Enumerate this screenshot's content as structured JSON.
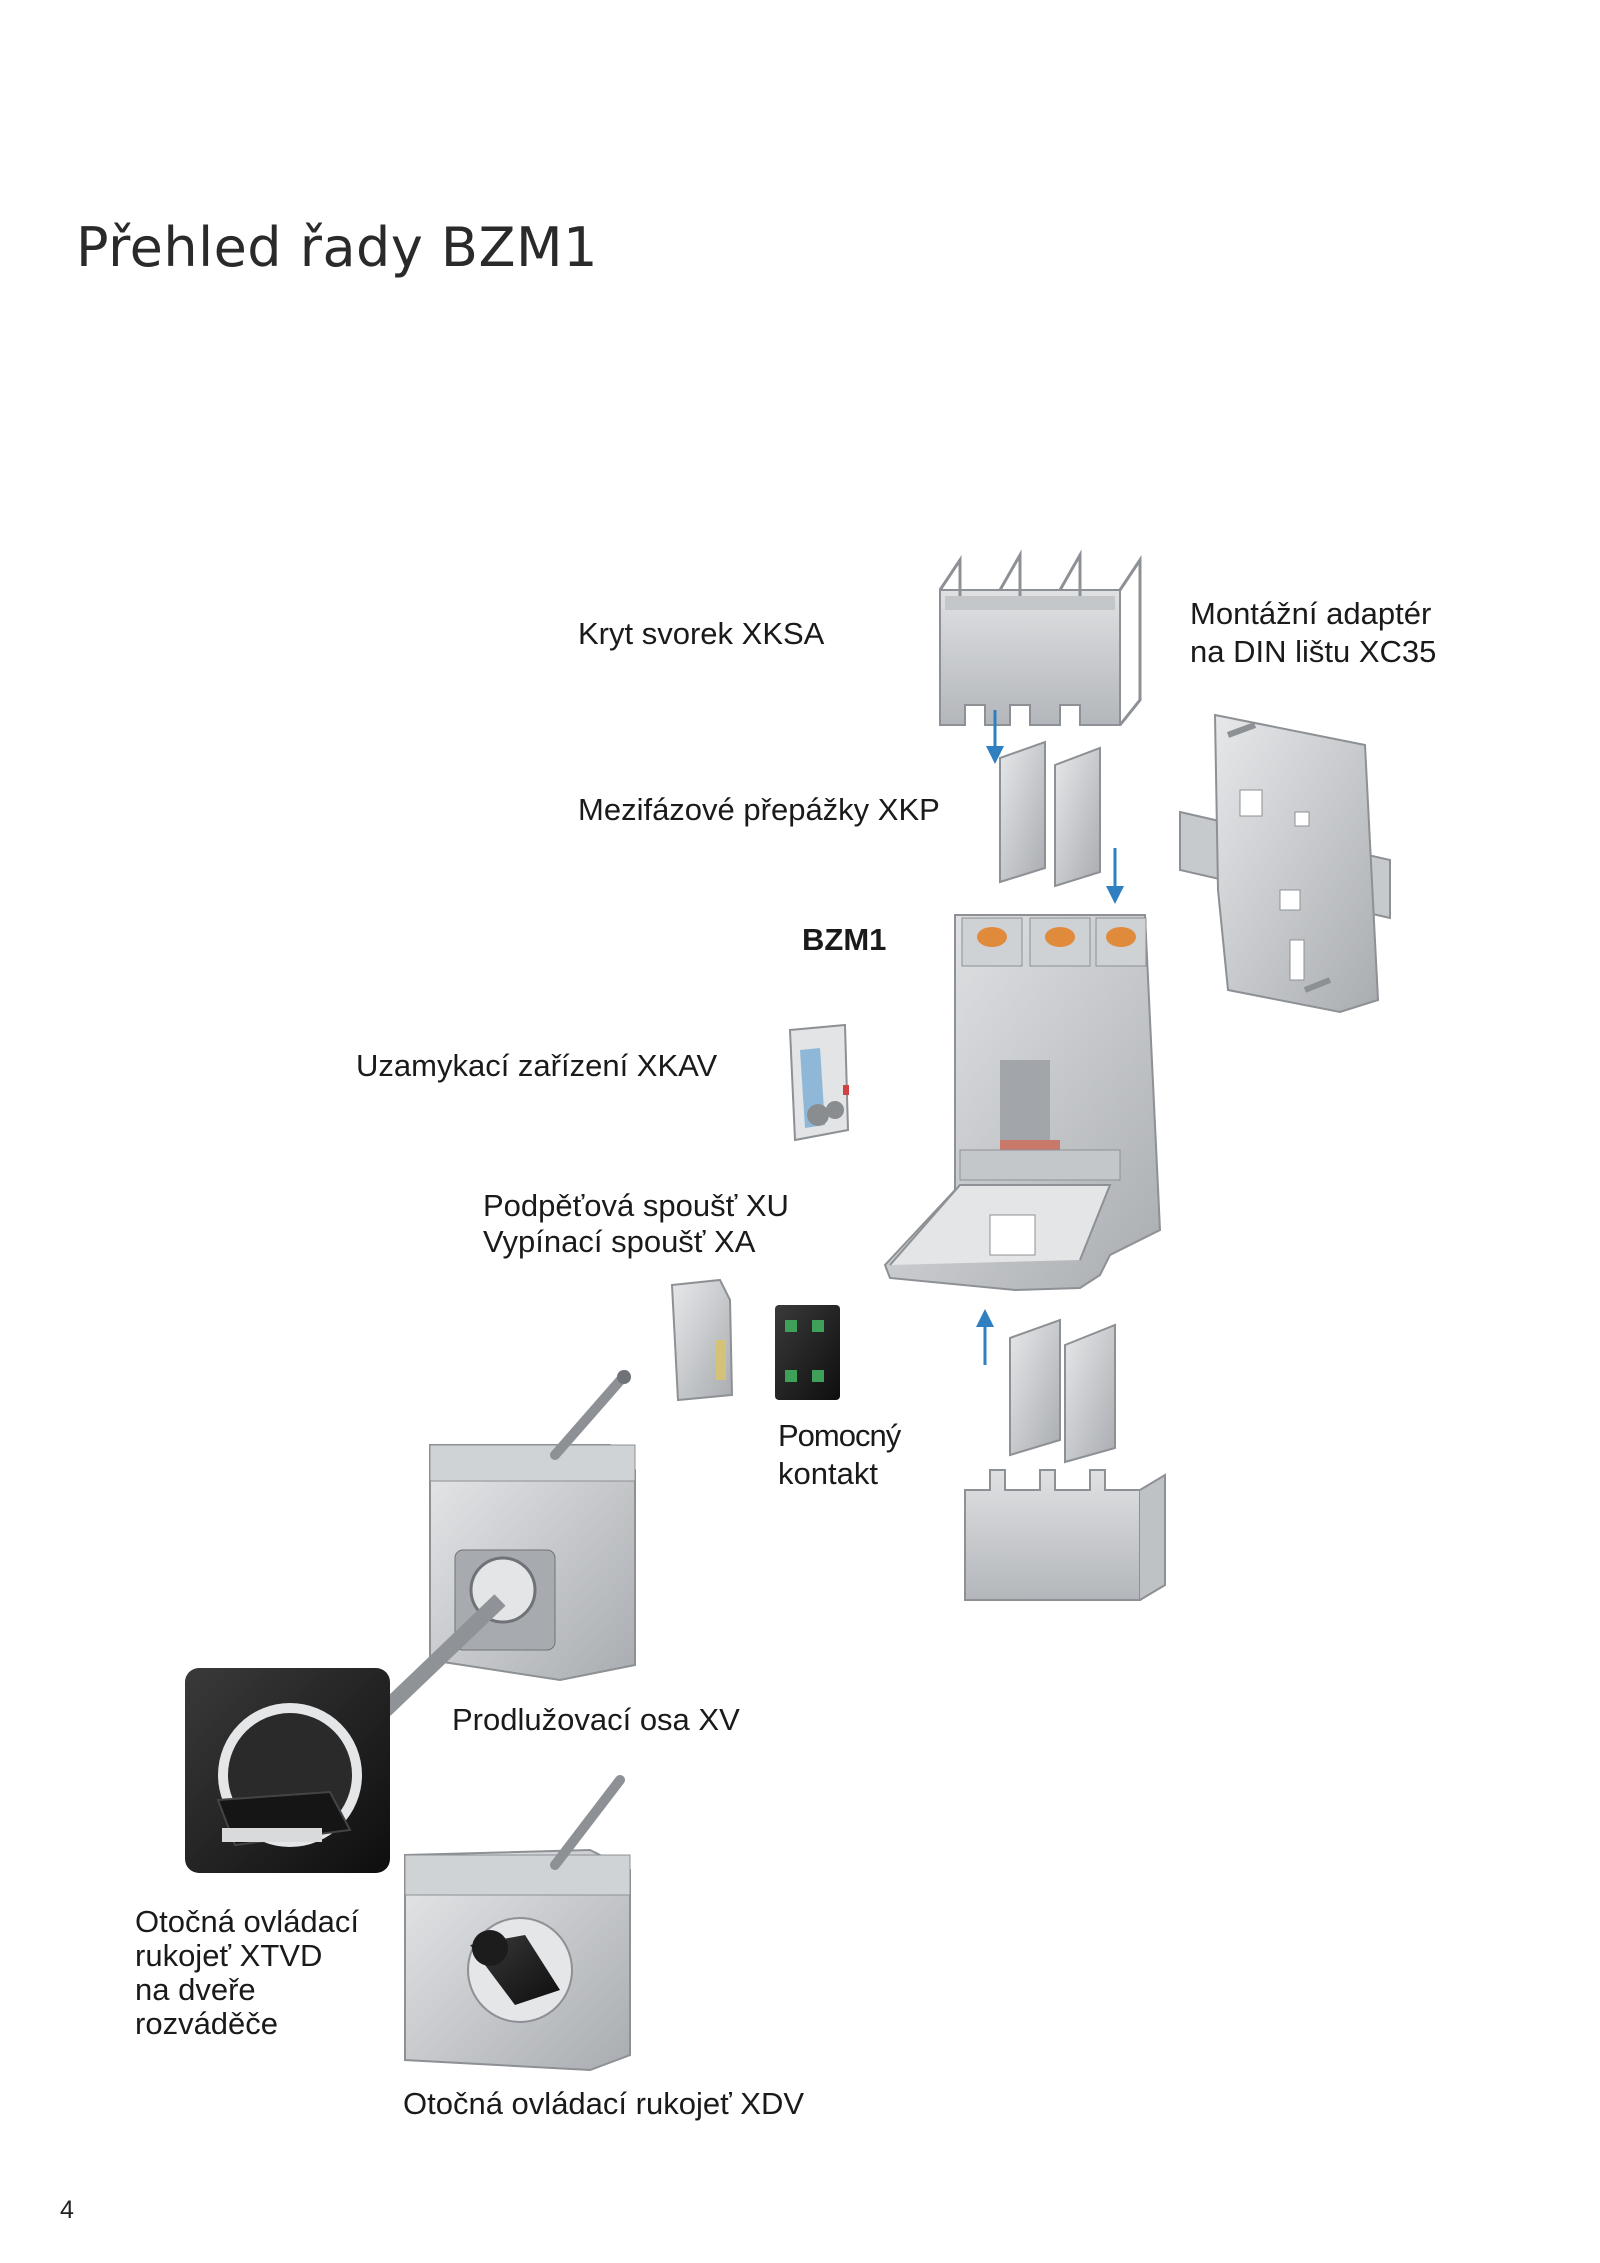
{
  "page": {
    "title": "Přehled řady BZM1",
    "page_number": "4"
  },
  "labels": {
    "terminal_cover": "Kryt svorek XKSA",
    "din_adapter_line1": "Montážní adaptér",
    "din_adapter_line2": "na DIN lištu XC35",
    "phase_barriers": "Mezifázové přepážky XKP",
    "breaker": "BZM1",
    "locking_device": "Uzamykací zařízení XKAV",
    "undervoltage_line1": "Podpěťová spoušť XU",
    "undervoltage_line2": "Vypínací spoušť XA",
    "aux_contact_line1": "Pomocný",
    "aux_contact_line2": "kontakt",
    "extension_shaft": "Prodlužovací osa XV",
    "door_handle_line1": "Otočná ovládací",
    "door_handle_line2": "rukojeť XTVD",
    "door_handle_line3": "na dveře",
    "door_handle_line4": "rozváděče",
    "rotary_handle": "Otočná ovládací rukojeť XDV"
  },
  "colors": {
    "arrow": "#2f7fc1",
    "metal_light": "#d4d6d8",
    "metal_mid": "#b8bbbe",
    "metal_dark": "#8d9094",
    "handle_black": "#1c1c1c",
    "contact_orange": "#e08a3c",
    "latch_blue": "#8fb8d8"
  }
}
